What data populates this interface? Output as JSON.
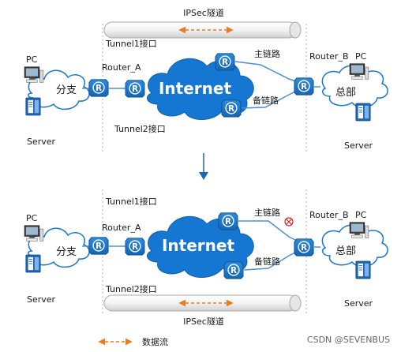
{
  "colors": {
    "router_blue": "#1f77c9",
    "cloud_blue": "#1677d2",
    "link_blue": "#4a90d9",
    "arrow_orange": "#f07a1e",
    "tunnel_gray": "#d8d8d8",
    "fail_red": "#e02020"
  },
  "icons": [
    "router-icon",
    "pc-icon",
    "server-icon",
    "cloud-icon",
    "arrow-down-icon",
    "link-fail-icon"
  ],
  "top": {
    "tunnel_title": "IPSec隧道",
    "tunnel1": "Tunnel1接口",
    "tunnel2": "Tunnel2接口",
    "pc_left": "PC",
    "branch": "分支",
    "server_left": "Server",
    "router_a": "Router_A",
    "internet": "Internet",
    "main_link": "主链路",
    "backup_link": "备链路",
    "router_b": "Router_B",
    "pc_right": "PC",
    "hq": "总部",
    "server_right": "Server"
  },
  "bottom": {
    "tunnel1": "Tunnel1接口",
    "tunnel2": "Tunnel2接口",
    "tunnel_title": "IPSec隧道",
    "pc_left": "PC",
    "branch": "分支",
    "server_left": "Server",
    "router_a": "Router_A",
    "internet": "Internet",
    "main_link": "主链路",
    "backup_link": "备链路",
    "router_b": "Router_B",
    "pc_right": "PC",
    "hq": "总部",
    "server_right": "Server"
  },
  "legend": {
    "data_flow": "数据流"
  },
  "watermark": "CSDN @SEVENBUS"
}
